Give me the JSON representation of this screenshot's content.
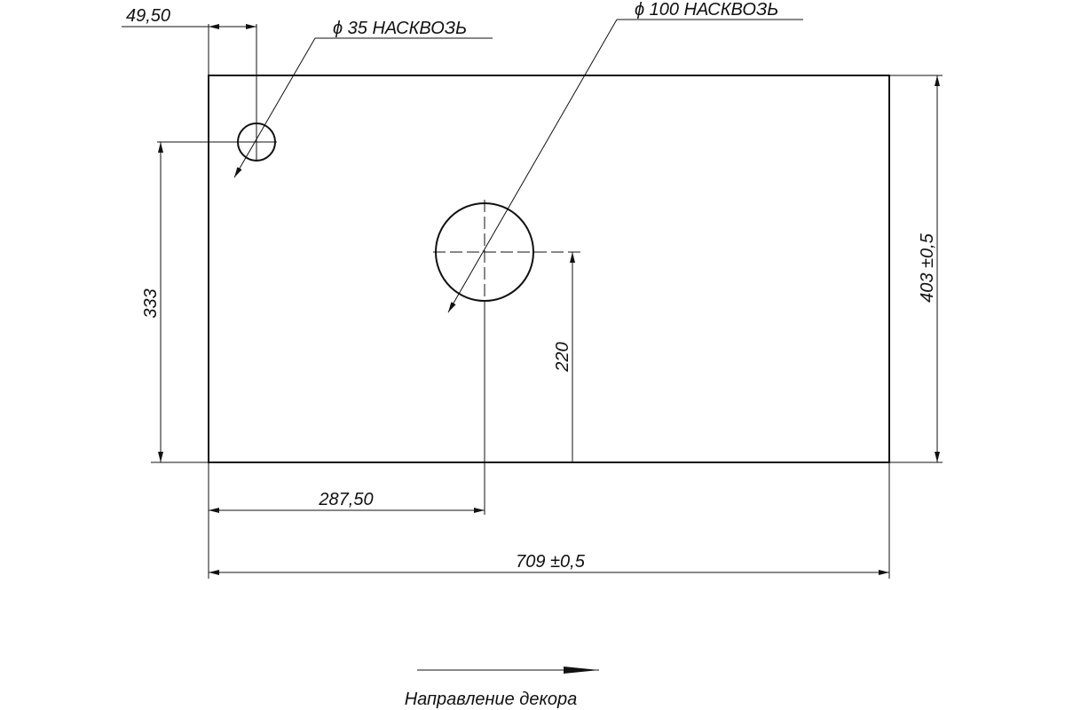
{
  "drawing": {
    "dimensions": {
      "hole_small_offset_x": "49,50",
      "hole_small_height": "333",
      "hole_large_height": "220",
      "hole_large_offset_x": "287,50",
      "overall_width": "709 ±0,5",
      "overall_height": "403 ±0,5"
    },
    "callouts": {
      "hole_small": "ϕ 35 НАСКВОЗЬ",
      "hole_large": "ϕ 100 НАСКВОЗЬ"
    },
    "decor_direction_label": "Направление декора"
  }
}
